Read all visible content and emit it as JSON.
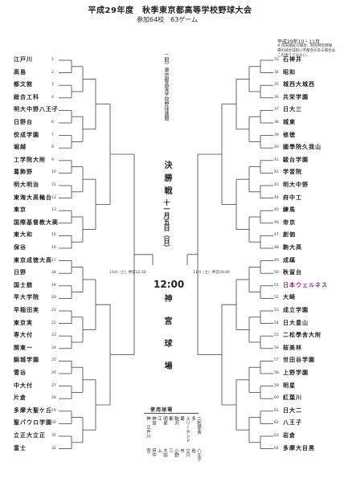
{
  "header": {
    "title": "平成29年度　秋季東京都高等学校野球大会",
    "subtitle": "参加64校　63ゲーム",
    "date": "平成29年10・11月",
    "note": "※ 雨天順延の場合、明治神宮野球場の試合日程に不都合のある場合はこの限りではない。"
  },
  "left_teams": [
    "江戸川",
    "高島",
    "都文館",
    "総合工科",
    "明大中野八王子",
    "日野台",
    "佼成学園",
    "堀越",
    "工学院大附",
    "葛飾野",
    "明大明治",
    "東海大高輪台",
    "東京",
    "国際基督教大高",
    "東大和",
    "保谷",
    "東京成徳大高",
    "日野",
    "国士舘",
    "早大学院",
    "早稲田実",
    "東京実",
    "専大付",
    "関東一",
    "錦城学園",
    "雪谷",
    "中大付",
    "片倉",
    "多摩大聖ケ丘",
    "聖パウロ学園",
    "立正大立正",
    "富士"
  ],
  "right_teams": [
    "石神井",
    "昭和",
    "城西大城西",
    "共栄学園",
    "日大三",
    "城東",
    "修徳",
    "國學院久我山",
    "駿台学園",
    "学習院",
    "明大中野",
    "府中工",
    "練馬",
    "帝京",
    "創価",
    "駒大高",
    "成蹊",
    "秋留台",
    "日本ウェルネス",
    "大崎",
    "成立学園",
    "日大豊山",
    "二松學舍大附",
    "桜美林",
    "世田谷学園",
    "上野学園",
    "明星",
    "紅葉川",
    "日大二",
    "八王子",
    "岩倉",
    "多摩大目黒"
  ],
  "highlight_team": "日本ウェルネス",
  "center": {
    "event": "二財）東京都高等学校野球連盟",
    "final": "決勝戦",
    "final_date": "十一月五日（日）",
    "time": "12:00",
    "venue": "神宮球場",
    "semi_left": "11/4（土）神宮12:30",
    "semi_right": "11/4（土）神宮10:00"
  },
  "venues": {
    "title": "使用球場",
    "list": [
      "神　江戸川",
      "神宮",
      "江",
      "明星",
      "都",
      "駒沢",
      "葛",
      "スリーボンド",
      "多",
      "二松學舍",
      "宮",
      "府中",
      "上",
      "大田",
      "三",
      "小野",
      "市",
      "立川",
      "岩",
      "八王子"
    ]
  }
}
